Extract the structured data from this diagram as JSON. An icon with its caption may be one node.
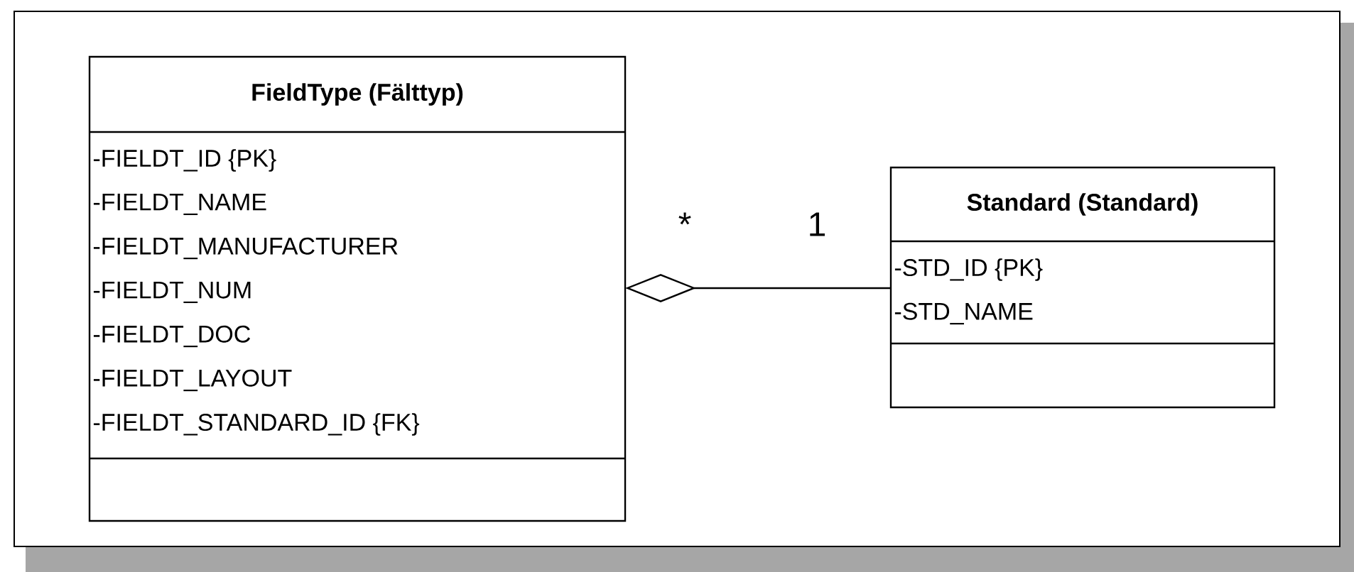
{
  "diagram": {
    "nodes": [
      {
        "text": [
          "FieldType (Fälttyp)",
          "-FIELDT_ID {PK}",
          "-FIELDT_NAME",
          "-FIELDT_MANUFACTURER",
          "-FIELDT_NUM",
          "-FIELDT_DOC",
          "-FIELDT_LAYOUT",
          "-FIELDT_STANDARD_ID {FK}"
        ]
      },
      {
        "text": [
          "Standard (Standard)",
          "-STD_ID {PK}",
          "-STD_NAME"
        ]
      }
    ],
    "edges": [
      {
        "from": 0,
        "to": 1,
        "arrow": "other"
      }
    ],
    "labels": [
      "*",
      "1"
    ]
  }
}
